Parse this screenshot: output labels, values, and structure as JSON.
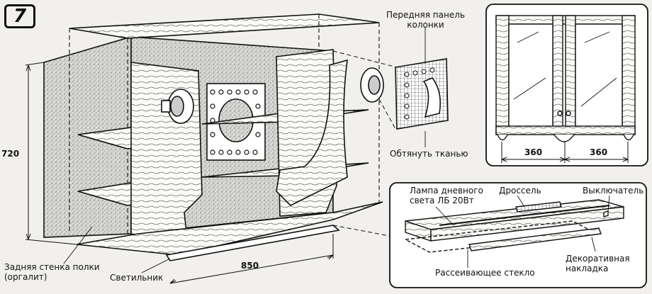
{
  "figure": {
    "number": "7"
  },
  "labels": {
    "front_panel": [
      "Передняя панель",
      "колонки"
    ],
    "cover_fabric": "Обтянуть тканью",
    "back_wall": [
      "Задняя стенка полки",
      "(оргалит)"
    ],
    "lamp_fixture": "Светильник",
    "lamp": [
      "Лампа дневного",
      "света ЛБ 20Вт"
    ],
    "choke": "Дроссель",
    "switch": "Выключатель",
    "diffuser_glass": "Рассеивающее стекло",
    "decor_strip": [
      "Декоративная",
      "накладка"
    ]
  },
  "dimensions": {
    "height": "720",
    "width": "850",
    "door_left": "360",
    "door_right": "360"
  },
  "colors": {
    "ink": "#111111",
    "paper": "#f1f0ec",
    "speckle": "#9a9a9a"
  }
}
